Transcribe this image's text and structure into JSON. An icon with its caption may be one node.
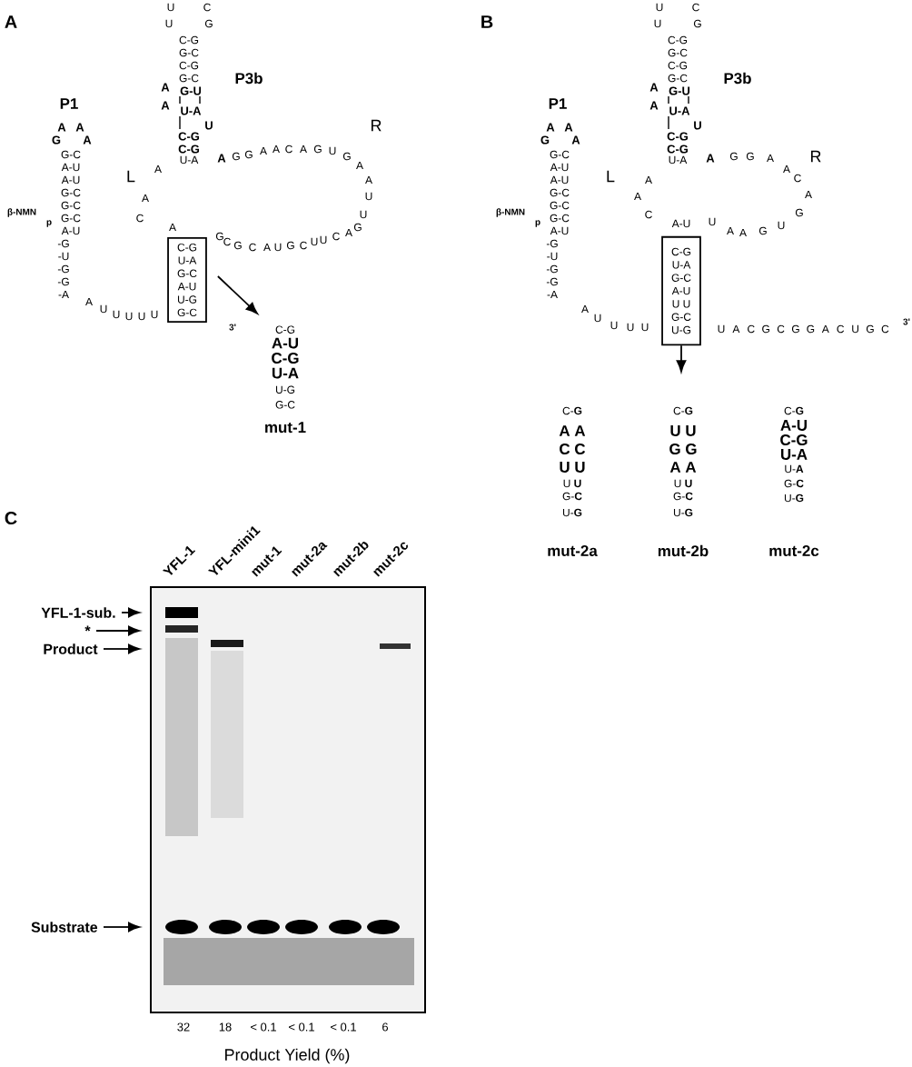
{
  "diagram": {
    "nodes": [
      {
        "text": [
          "C-G",
          "U-A",
          "G-C",
          "A-U",
          "U-G",
          "G-C"
        ]
      },
      {
        "text": [
          "C-G",
          "A-U",
          "C-G",
          "U-A",
          "U-G",
          "G-C",
          "mut-1"
        ]
      },
      {
        "text": [
          "C-G",
          "U-A",
          "G-C",
          "A-U",
          "U U",
          "G-C",
          "U-G"
        ]
      },
      {
        "text": [
          "YFL-1-sub."
        ]
      },
      {
        "text": [
          "*"
        ]
      },
      {
        "text": [
          "Product"
        ]
      },
      {
        "text": [
          "Substrate"
        ]
      },
      {
        "text": [],
        "shape": "picture"
      }
    ],
    "edges": [
      {
        "from": 0,
        "to": 1,
        "arrow": "to"
      },
      {
        "from": 2,
        "to": null,
        "arrow": "to"
      },
      {
        "from": 3,
        "to": 7,
        "arrow": "to"
      },
      {
        "from": 4,
        "to": 7,
        "arrow": "to"
      },
      {
        "from": 5,
        "to": 7,
        "arrow": "to"
      },
      {
        "from": 6,
        "to": 7,
        "arrow": "to"
      }
    ],
    "labels": [
      "A",
      "U",
      "C",
      "U",
      "G",
      "C-G",
      "G-C",
      "C-G",
      "G-C",
      "A",
      "G-U",
      "A",
      "U-A",
      "U",
      "C-G",
      "C-G",
      "U-A",
      "P3b",
      "P1",
      "A",
      "A",
      "G",
      "A",
      "G-C",
      "A-U",
      "A-U",
      "G-C",
      "G-C",
      "G-C",
      "A-U",
      "-G",
      "-U",
      "-G",
      "-G",
      "-A",
      "β-NMN",
      "p",
      "A",
      "U",
      "U",
      "U",
      "U",
      "U",
      "L",
      "A",
      "A",
      "C",
      "A",
      "A",
      "G",
      "G",
      "A",
      "A",
      "C",
      "A",
      "G",
      "U",
      "G",
      "A",
      "A",
      "U",
      "G",
      "C",
      "G",
      "C",
      "A",
      "U",
      "G",
      "C",
      "U",
      "U",
      "C",
      "A",
      "G",
      "U",
      "R",
      "3'",
      "B",
      "U",
      "C",
      "U",
      "G",
      "C-G",
      "G-C",
      "C-G",
      "G-C",
      "A",
      "G-U",
      "A",
      "U-A",
      "U",
      "C-G",
      "C-G",
      "U-A",
      "P3b",
      "P1",
      "A",
      "A",
      "G",
      "A",
      "G-C",
      "A-U",
      "A-U",
      "G-C",
      "G-C",
      "G-C",
      "A-U",
      "-G",
      "-U",
      "-G",
      "-G",
      "-A",
      "β-NMN",
      "p",
      "A",
      "U",
      "U",
      "U",
      "U",
      "L",
      "A",
      "A",
      "C",
      "A-U",
      "A",
      "G",
      "G",
      "A",
      "A",
      "C",
      "A",
      "U",
      "A",
      "A",
      "G",
      "U",
      "G",
      "R",
      "U",
      "A",
      "C",
      "G",
      "C",
      "G",
      "G",
      "A",
      "C",
      "U",
      "G",
      "C",
      "3'",
      "C-**G**",
      "A A",
      "C C",
      "U U",
      "U **U**",
      "G-**C**",
      "U-**G**",
      "mut-2a",
      "C-**G**",
      "U U",
      "G G",
      "A A",
      "U **U**",
      "G-**C**",
      "U-**G**",
      "mut-2b",
      "C-**G**",
      "A-U",
      "C-G",
      "U-A",
      "U-**A**",
      "G-**C**",
      "U-**G**",
      "mut-2c",
      "C",
      "YFL-1",
      "YFL-mini1",
      "mut-1",
      "mut-2a",
      "mut-2b",
      "mut-2c",
      "32",
      "18",
      "< 0.1",
      "< 0.1",
      "< 0.1",
      "6",
      "Product Yield (%)"
    ]
  }
}
